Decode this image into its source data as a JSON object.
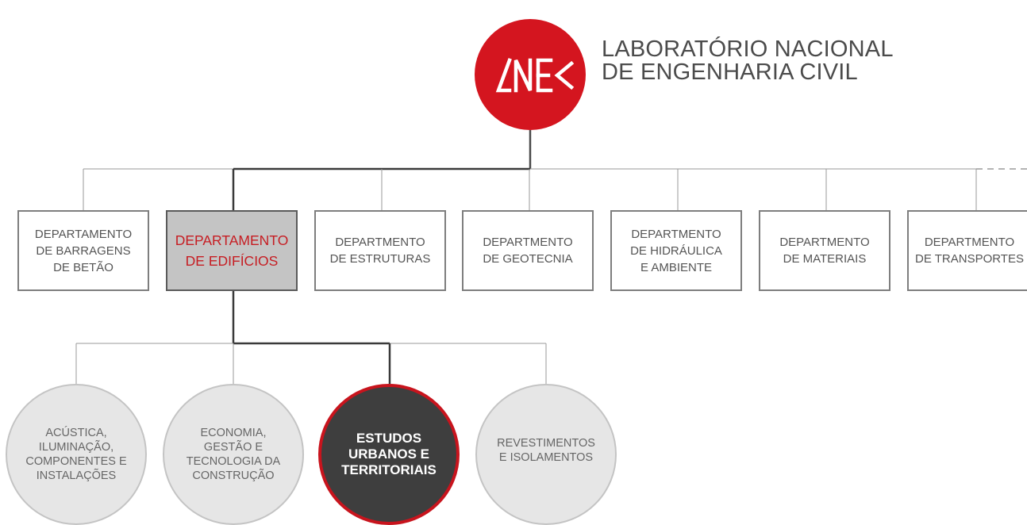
{
  "logo": {
    "mark": "LNEC",
    "name": "LABORATÓRIO NACIONAL\nDE ENGENHARIA CIVIL",
    "color": "#d4151f"
  },
  "departments": [
    {
      "label": "DEPARTAMENTO\nDE BARRAGENS\nDE BETÃO"
    },
    {
      "label": "DEPARTAMENTO\nDE EDIFÍCIOS"
    },
    {
      "label": "DEPARTMENTO\nDE ESTRUTURAS"
    },
    {
      "label": "DEPARTMENTO\nDE GEOTECNIA"
    },
    {
      "label": "DEPARTMENTO\nDE HIDRÁULICA\nE AMBIENTE"
    },
    {
      "label": "DEPARTMENTO\nDE MATERIAIS"
    },
    {
      "label": "DEPARTMENTO\nDE TRANSPORTES"
    }
  ],
  "units": [
    {
      "label": "ACÚSTICA,\nILUMINAÇÃO,\nCOMPONENTES E\nINSTALAÇÕES"
    },
    {
      "label": "ECONOMIA,\nGESTÃO E\nTECNOLOGIA DA\nCONSTRUÇÃO"
    },
    {
      "label": "ESTUDOS\nURBANOS E\nTERRITORIAIS"
    },
    {
      "label": "REVESTIMENTOS\nE ISOLAMENTOS"
    }
  ],
  "colors": {
    "accent": "#d4151f",
    "selected_text": "#c61d23",
    "selected_dept_fill": "#c4c4c4",
    "selected_unit_fill": "#3e3e3e"
  }
}
